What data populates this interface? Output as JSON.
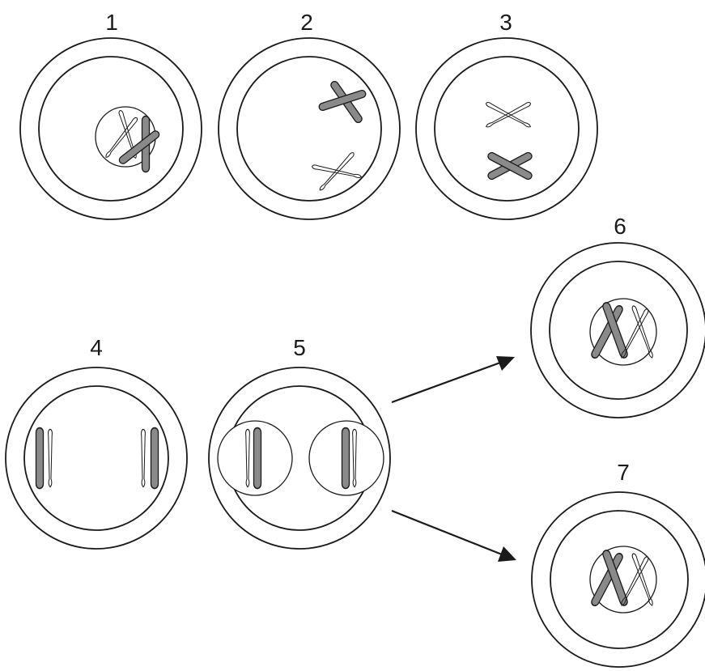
{
  "stages": [
    {
      "id": "1",
      "label": "1"
    },
    {
      "id": "2",
      "label": "2"
    },
    {
      "id": "3",
      "label": "3"
    },
    {
      "id": "4",
      "label": "4"
    },
    {
      "id": "5",
      "label": "5"
    },
    {
      "id": "6",
      "label": "6"
    },
    {
      "id": "7",
      "label": "7"
    }
  ],
  "colors": {
    "outline": "#1a1a1a",
    "dark_chromosome": "#8a8a8a",
    "background": "#ffffff"
  },
  "arrows": [
    {
      "from": "5",
      "to": "6"
    },
    {
      "from": "5",
      "to": "7"
    }
  ]
}
